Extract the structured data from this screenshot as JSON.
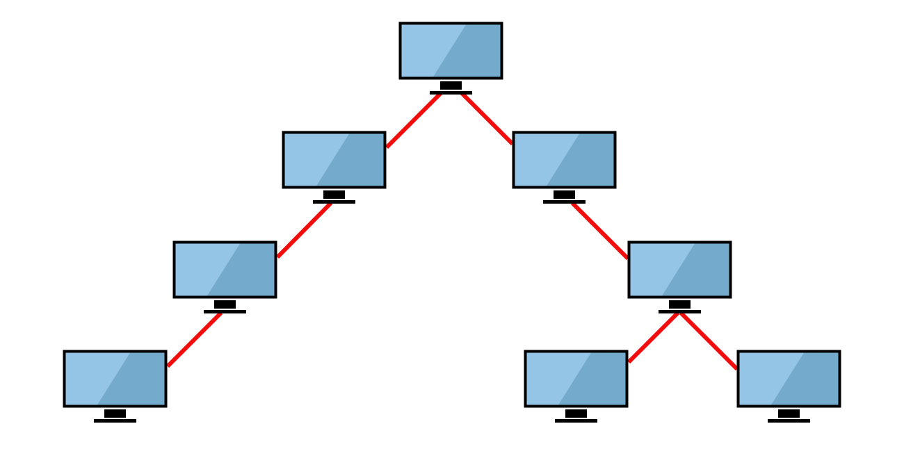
{
  "diagram": {
    "kind": "tree network topology",
    "colors": {
      "background": "#ffffff",
      "link": "#f20d0d",
      "monitor_outline": "#000000",
      "screen_light": "#94c5e6",
      "screen_dark": "#74aacb",
      "stand": "#000000"
    },
    "icons": [
      "monitor-icon"
    ],
    "nodes": [
      {
        "id": "root",
        "name": "computer-root"
      },
      {
        "id": "l1",
        "name": "computer-left-1"
      },
      {
        "id": "l2",
        "name": "computer-left-2"
      },
      {
        "id": "l3",
        "name": "computer-left-3"
      },
      {
        "id": "r1",
        "name": "computer-right-1"
      },
      {
        "id": "r2",
        "name": "computer-right-2"
      },
      {
        "id": "r3a",
        "name": "computer-right-3a"
      },
      {
        "id": "r3b",
        "name": "computer-right-3b"
      }
    ],
    "links": [
      {
        "from": "root",
        "to": "l1"
      },
      {
        "from": "l1",
        "to": "l2"
      },
      {
        "from": "l2",
        "to": "l3"
      },
      {
        "from": "root",
        "to": "r1"
      },
      {
        "from": "r1",
        "to": "r2"
      },
      {
        "from": "r2",
        "to": "r3a"
      },
      {
        "from": "r2",
        "to": "r3b"
      }
    ]
  }
}
